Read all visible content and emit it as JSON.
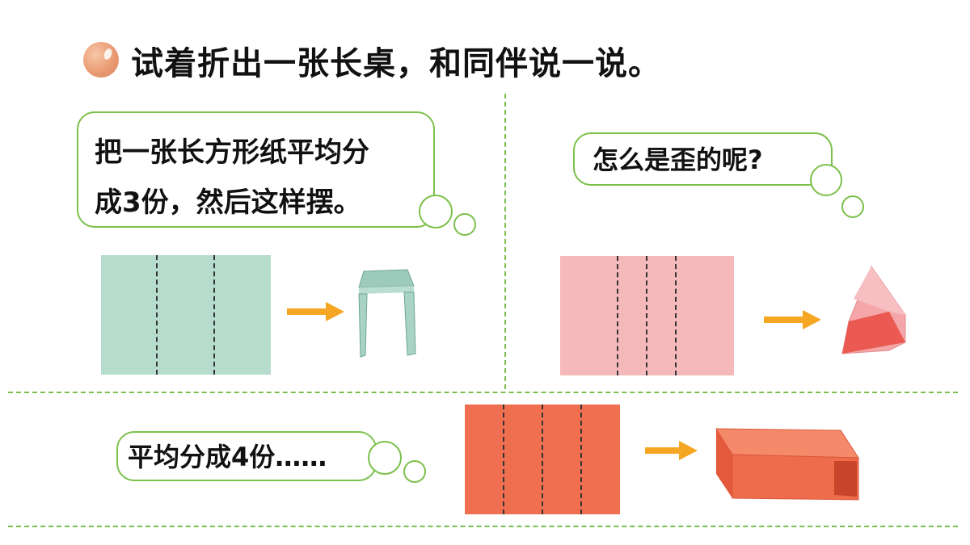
{
  "title": "试着折出一张长桌，和同伴说一说。",
  "bubbles": {
    "top_left_line1": "把一张长方形纸平均分",
    "top_left_line2": "成3份，然后这样摆。",
    "top_right": "怎么是歪的呢?",
    "bottom": "平均分成4份……"
  },
  "colors": {
    "green_paper": "#b6dccd",
    "pink_paper": "#f5b9bb",
    "orange_paper": "#f06f50",
    "arrow": "#f5a623",
    "accent_green": "#7cc04a"
  },
  "icons": {
    "title_bullet": "orange-ball-icon",
    "arrow": "right-arrow-icon"
  }
}
